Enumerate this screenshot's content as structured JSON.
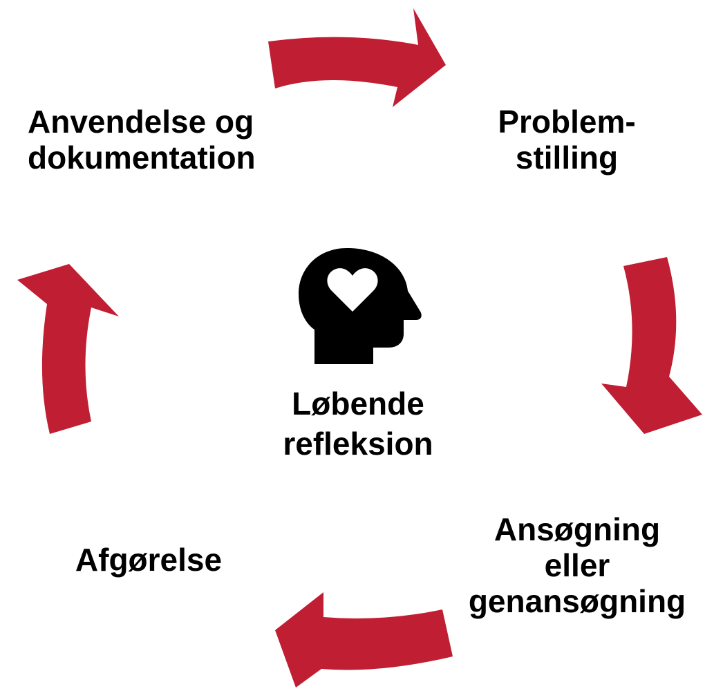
{
  "colors": {
    "arrow": "#c01e32",
    "text": "#000000",
    "background": "#ffffff",
    "icon": "#000000",
    "icon_heart": "#ffffff"
  },
  "cycle": [
    {
      "id": "problem",
      "lines": [
        "Problem-",
        "stilling"
      ]
    },
    {
      "id": "ansoegning",
      "lines": [
        "Ansøgning",
        "eller",
        "genansøgning"
      ]
    },
    {
      "id": "afgoerelse",
      "lines": [
        "Afgørelse"
      ]
    },
    {
      "id": "anvendelse",
      "lines": [
        "Anvendelse og",
        "dokumentation"
      ]
    }
  ],
  "center": {
    "icon": "head-with-heart-icon",
    "lines": [
      "Løbende",
      "refleksion"
    ]
  },
  "arrows": [
    {
      "from": "anvendelse",
      "to": "problem"
    },
    {
      "from": "problem",
      "to": "ansoegning"
    },
    {
      "from": "ansoegning",
      "to": "afgoerelse"
    },
    {
      "from": "afgoerelse",
      "to": "anvendelse"
    }
  ]
}
